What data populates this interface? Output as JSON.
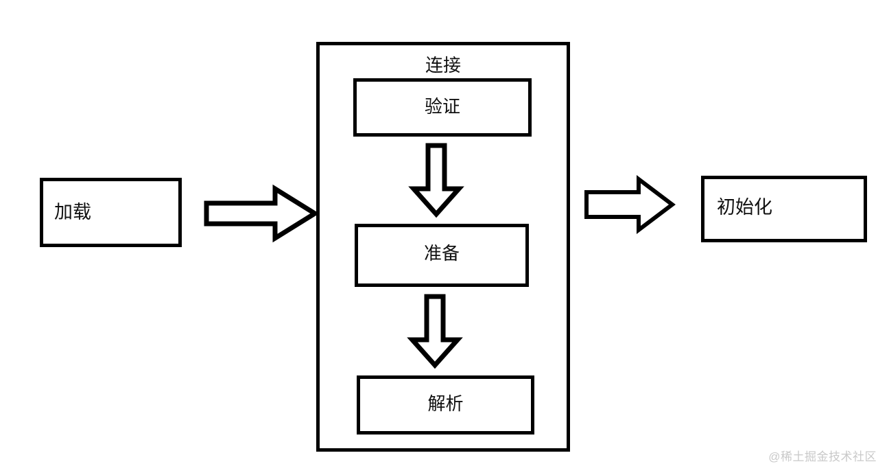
{
  "diagram": {
    "title": "",
    "stages": [
      {
        "id": "load",
        "label": "加载"
      },
      {
        "id": "linking",
        "label": "连接"
      },
      {
        "id": "init",
        "label": "初始化"
      }
    ],
    "linking_substeps": [
      {
        "id": "verify",
        "label": "验证"
      },
      {
        "id": "prepare",
        "label": "准备"
      },
      {
        "id": "resolve",
        "label": "解析"
      }
    ],
    "arrows": [
      {
        "id": "load-to-linking",
        "direction": "right",
        "from": "加载",
        "to": "连接"
      },
      {
        "id": "verify-to-prepare",
        "direction": "down",
        "from": "验证",
        "to": "准备"
      },
      {
        "id": "prepare-to-resolve",
        "direction": "down",
        "from": "准备",
        "to": "解析"
      },
      {
        "id": "linking-to-init",
        "direction": "right",
        "from": "连接",
        "to": "初始化"
      }
    ],
    "colors": {
      "stroke": "#000000",
      "fill": "#ffffff",
      "text": "#111111",
      "watermark": "#c9c9c9"
    }
  },
  "watermark": {
    "text": "@稀土掘金技术社区"
  }
}
